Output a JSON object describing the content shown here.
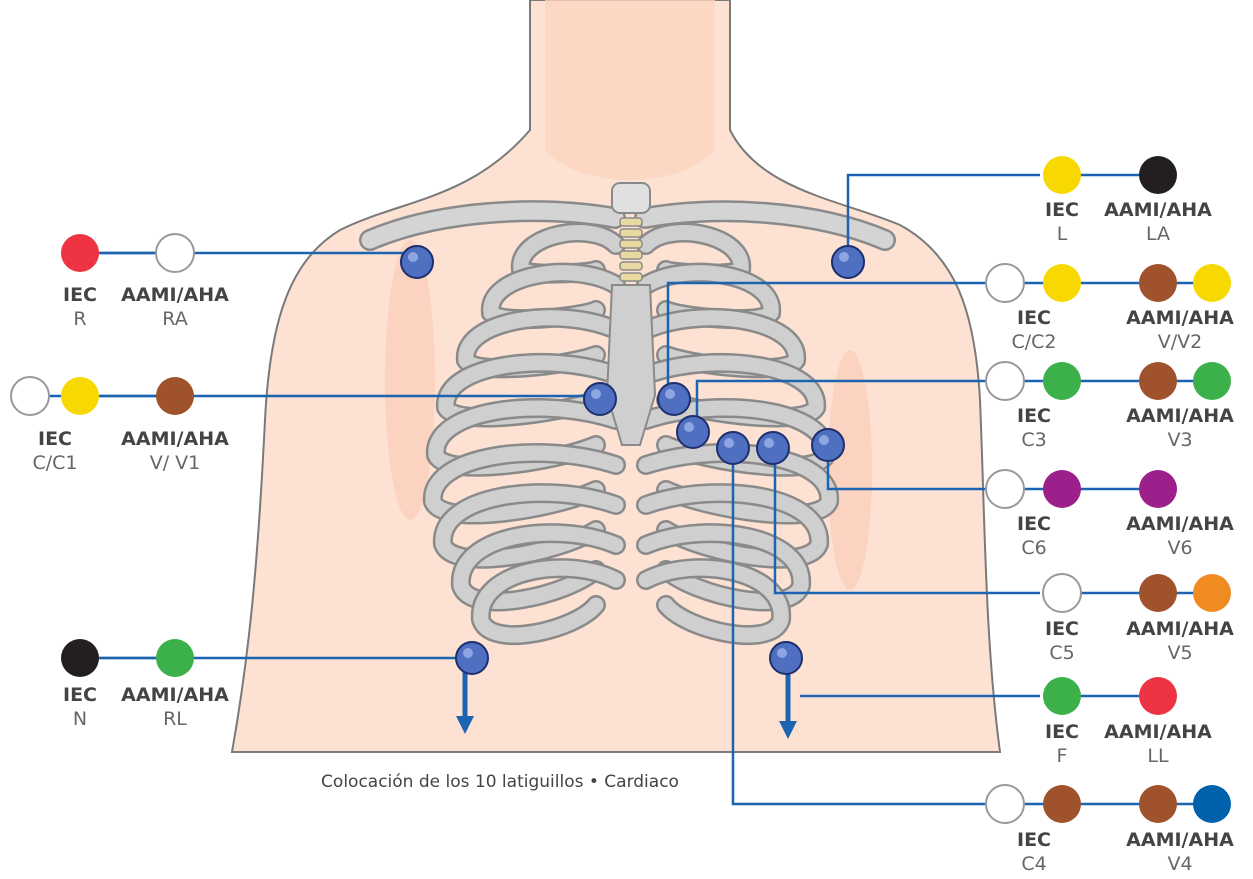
{
  "caption": "Colocación de los 10 latiguillos • Cardiaco",
  "colors": {
    "red": "#ee3342",
    "white": "#ffffff",
    "yellow": "#f7d800",
    "brown": "#a0522d",
    "black": "#231f20",
    "green": "#3cb04a",
    "purple": "#9c1f8c",
    "orange": "#f08b22",
    "blue": "#0061ac",
    "electrode": "#4f6fc1",
    "wire": "#1c64b0"
  },
  "leads": [
    {
      "id": "ra",
      "iec_label": "IEC",
      "iec_code": "R",
      "aha_label": "AAMI/AHA",
      "aha_code": "RA",
      "iec_colors": [
        "red"
      ],
      "aha_colors": [
        "white"
      ]
    },
    {
      "id": "v1",
      "iec_label": "IEC",
      "iec_code": "C/C1",
      "aha_label": "AAMI/AHA",
      "aha_code": "V/ V1",
      "iec_colors": [
        "white",
        "yellow"
      ],
      "aha_colors": [
        "brown"
      ]
    },
    {
      "id": "rl",
      "iec_label": "IEC",
      "iec_code": "N",
      "aha_label": "AAMI/AHA",
      "aha_code": "RL",
      "iec_colors": [
        "black"
      ],
      "aha_colors": [
        "green"
      ]
    },
    {
      "id": "la",
      "iec_label": "IEC",
      "iec_code": "L",
      "aha_label": "AAMI/AHA",
      "aha_code": "LA",
      "iec_colors": [
        "yellow"
      ],
      "aha_colors": [
        "black"
      ]
    },
    {
      "id": "v2",
      "iec_label": "IEC",
      "iec_code": "C/C2",
      "aha_label": "AAMI/AHA",
      "aha_code": "V/V2",
      "iec_colors": [
        "white",
        "yellow"
      ],
      "aha_colors": [
        "brown",
        "yellow"
      ]
    },
    {
      "id": "v3",
      "iec_label": "IEC",
      "iec_code": "C3",
      "aha_label": "AAMI/AHA",
      "aha_code": "V3",
      "iec_colors": [
        "white",
        "green"
      ],
      "aha_colors": [
        "brown",
        "green"
      ]
    },
    {
      "id": "v6",
      "iec_label": "IEC",
      "iec_code": "C6",
      "aha_label": "AAMI/AHA",
      "aha_code": "V6",
      "iec_colors": [
        "white",
        "purple"
      ],
      "aha_colors": [
        "purple"
      ]
    },
    {
      "id": "v5",
      "iec_label": "IEC",
      "iec_code": "C5",
      "aha_label": "AAMI/AHA",
      "aha_code": "V5",
      "iec_colors": [
        "white"
      ],
      "aha_colors": [
        "brown",
        "orange"
      ]
    },
    {
      "id": "ll",
      "iec_label": "IEC",
      "iec_code": "F",
      "aha_label": "AAMI/AHA",
      "aha_code": "LL",
      "iec_colors": [
        "green"
      ],
      "aha_colors": [
        "red"
      ]
    },
    {
      "id": "v4",
      "iec_label": "IEC",
      "iec_code": "C4",
      "aha_label": "AAMI/AHA",
      "aha_code": "V4",
      "iec_colors": [
        "white",
        "brown"
      ],
      "aha_colors": [
        "brown",
        "blue"
      ]
    }
  ]
}
